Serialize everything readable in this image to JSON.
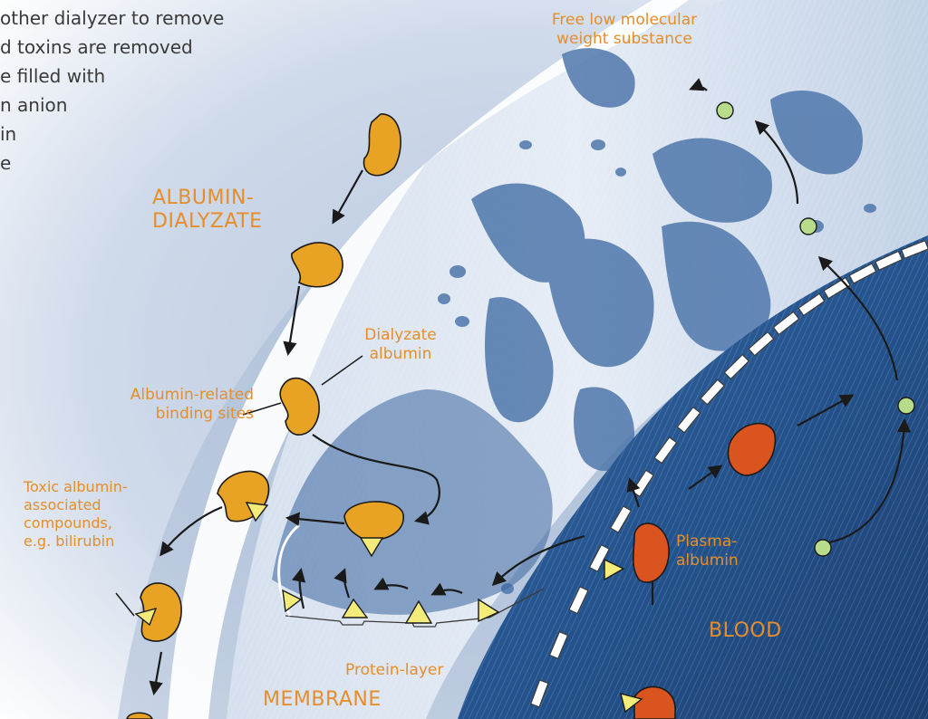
{
  "intro_text": [
    "other dialyzer to remove",
    "d toxins are removed",
    "e filled with",
    "n anion",
    "in",
    "e"
  ],
  "labels": {
    "free_low_molecular": [
      "Free low molecular",
      "weight substance"
    ],
    "albumin_dialyzate": [
      "ALBUMIN-",
      "DIALYZATE"
    ],
    "dialyzate_albumin": [
      "Dialyzate",
      "albumin"
    ],
    "albumin_related": [
      "Albumin-related",
      "binding sites"
    ],
    "toxic_albumin": [
      "Toxic albumin-",
      "associated",
      "compounds,",
      "e.g. bilirubin"
    ],
    "plasma_albumin": [
      "Plasma-",
      "albumin"
    ],
    "blood": "BLOOD",
    "protein_layer": "Protein-layer",
    "membrane": "MEMBRANE"
  },
  "colors": {
    "label_orange": "#e58e2b",
    "dialyzate_albumin_fill": "#e8a224",
    "plasma_albumin_fill": "#d9541e",
    "toxin_fill": "#f3ec7a",
    "free_substance_fill": "#b8dc8a",
    "blood_blue": "#24548f",
    "pore_blue": "#4f77ab",
    "arrow": "#1a1a1a"
  }
}
